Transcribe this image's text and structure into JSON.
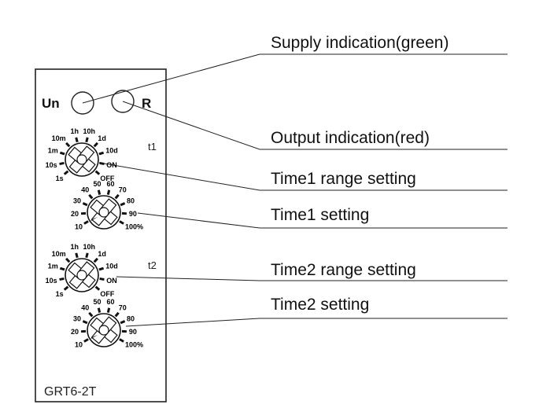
{
  "device": {
    "model_label": "GRT6-2T",
    "supply_led_label": "Un",
    "output_led_label": "R"
  },
  "callouts": {
    "supply": "Supply indication(green)",
    "output": "Output indication(red)",
    "time1_range": "Time1 range setting",
    "time1": "Time1 setting",
    "time2_range": "Time2 range setting",
    "time2": "Time2 setting"
  },
  "knobs": {
    "range_1": {
      "id_label": "t1",
      "ticks": [
        "1s",
        "10s",
        "1m",
        "10m",
        "1h",
        "10h",
        "1d",
        "10d",
        "ON",
        "OFF"
      ]
    },
    "time_1": {
      "ticks": [
        "10",
        "20",
        "30",
        "40",
        "50",
        "60",
        "70",
        "80",
        "90",
        "100%"
      ]
    },
    "range_2": {
      "id_label": "t2",
      "ticks": [
        "1s",
        "10s",
        "1m",
        "10m",
        "1h",
        "10h",
        "1d",
        "10d",
        "ON",
        "OFF"
      ]
    },
    "time_2": {
      "ticks": [
        "10",
        "20",
        "30",
        "40",
        "50",
        "60",
        "70",
        "80",
        "90",
        "100%"
      ]
    }
  }
}
